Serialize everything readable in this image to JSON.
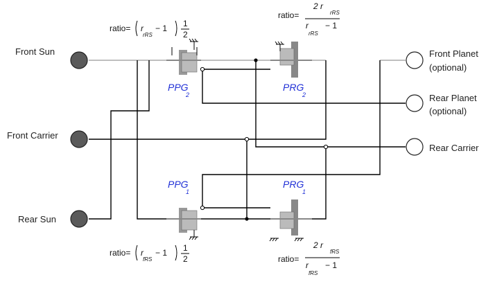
{
  "ports": {
    "left": [
      {
        "id": "front-sun",
        "label": "Front Sun",
        "fill": "#5a5a5a"
      },
      {
        "id": "front-carrier",
        "label": "Front Carrier",
        "fill": "#5a5a5a"
      },
      {
        "id": "rear-sun",
        "label": "Rear Sun",
        "fill": "#5a5a5a"
      }
    ],
    "right": [
      {
        "id": "front-planet",
        "label": "Front Planet",
        "label2": "(optional)",
        "fill": "#ffffff"
      },
      {
        "id": "rear-planet",
        "label": "Rear Planet",
        "label2": "(optional)",
        "fill": "#ffffff"
      },
      {
        "id": "rear-carrier",
        "label": "Rear Carrier",
        "label2": "",
        "fill": "#ffffff"
      }
    ]
  },
  "blocks": {
    "ppg2": {
      "name": "PPG",
      "sub": "2"
    },
    "prg2": {
      "name": "PRG",
      "sub": "2"
    },
    "ppg1": {
      "name": "PPG",
      "sub": "1"
    },
    "prg1": {
      "name": "PRG",
      "sub": "1"
    }
  },
  "ratios": {
    "ppg2": {
      "prefix": "ratio=",
      "r": "r",
      "r_sub": "rRS",
      "minus": "− 1",
      "half_num": "1",
      "half_den": "2"
    },
    "prg2": {
      "prefix": "ratio=",
      "num": "2 r",
      "num_sub": "rRS",
      "den": "r",
      "den_mid": "− 1",
      "den_sub": "rRS"
    },
    "ppg1": {
      "prefix": "ratio=",
      "r": "r",
      "r_sub": "fRS",
      "minus": "− 1",
      "half_num": "1",
      "half_den": "2"
    },
    "prg1": {
      "prefix": "ratio=",
      "num": "2 r",
      "num_sub": "fRS",
      "den": "r",
      "den_mid": "− 1",
      "den_sub": "fRS"
    }
  },
  "colors": {
    "wire": "#000000",
    "connector": "#aaaaaa",
    "port_filled": "#5a5a5a",
    "block_label": "#1f2fd6"
  }
}
